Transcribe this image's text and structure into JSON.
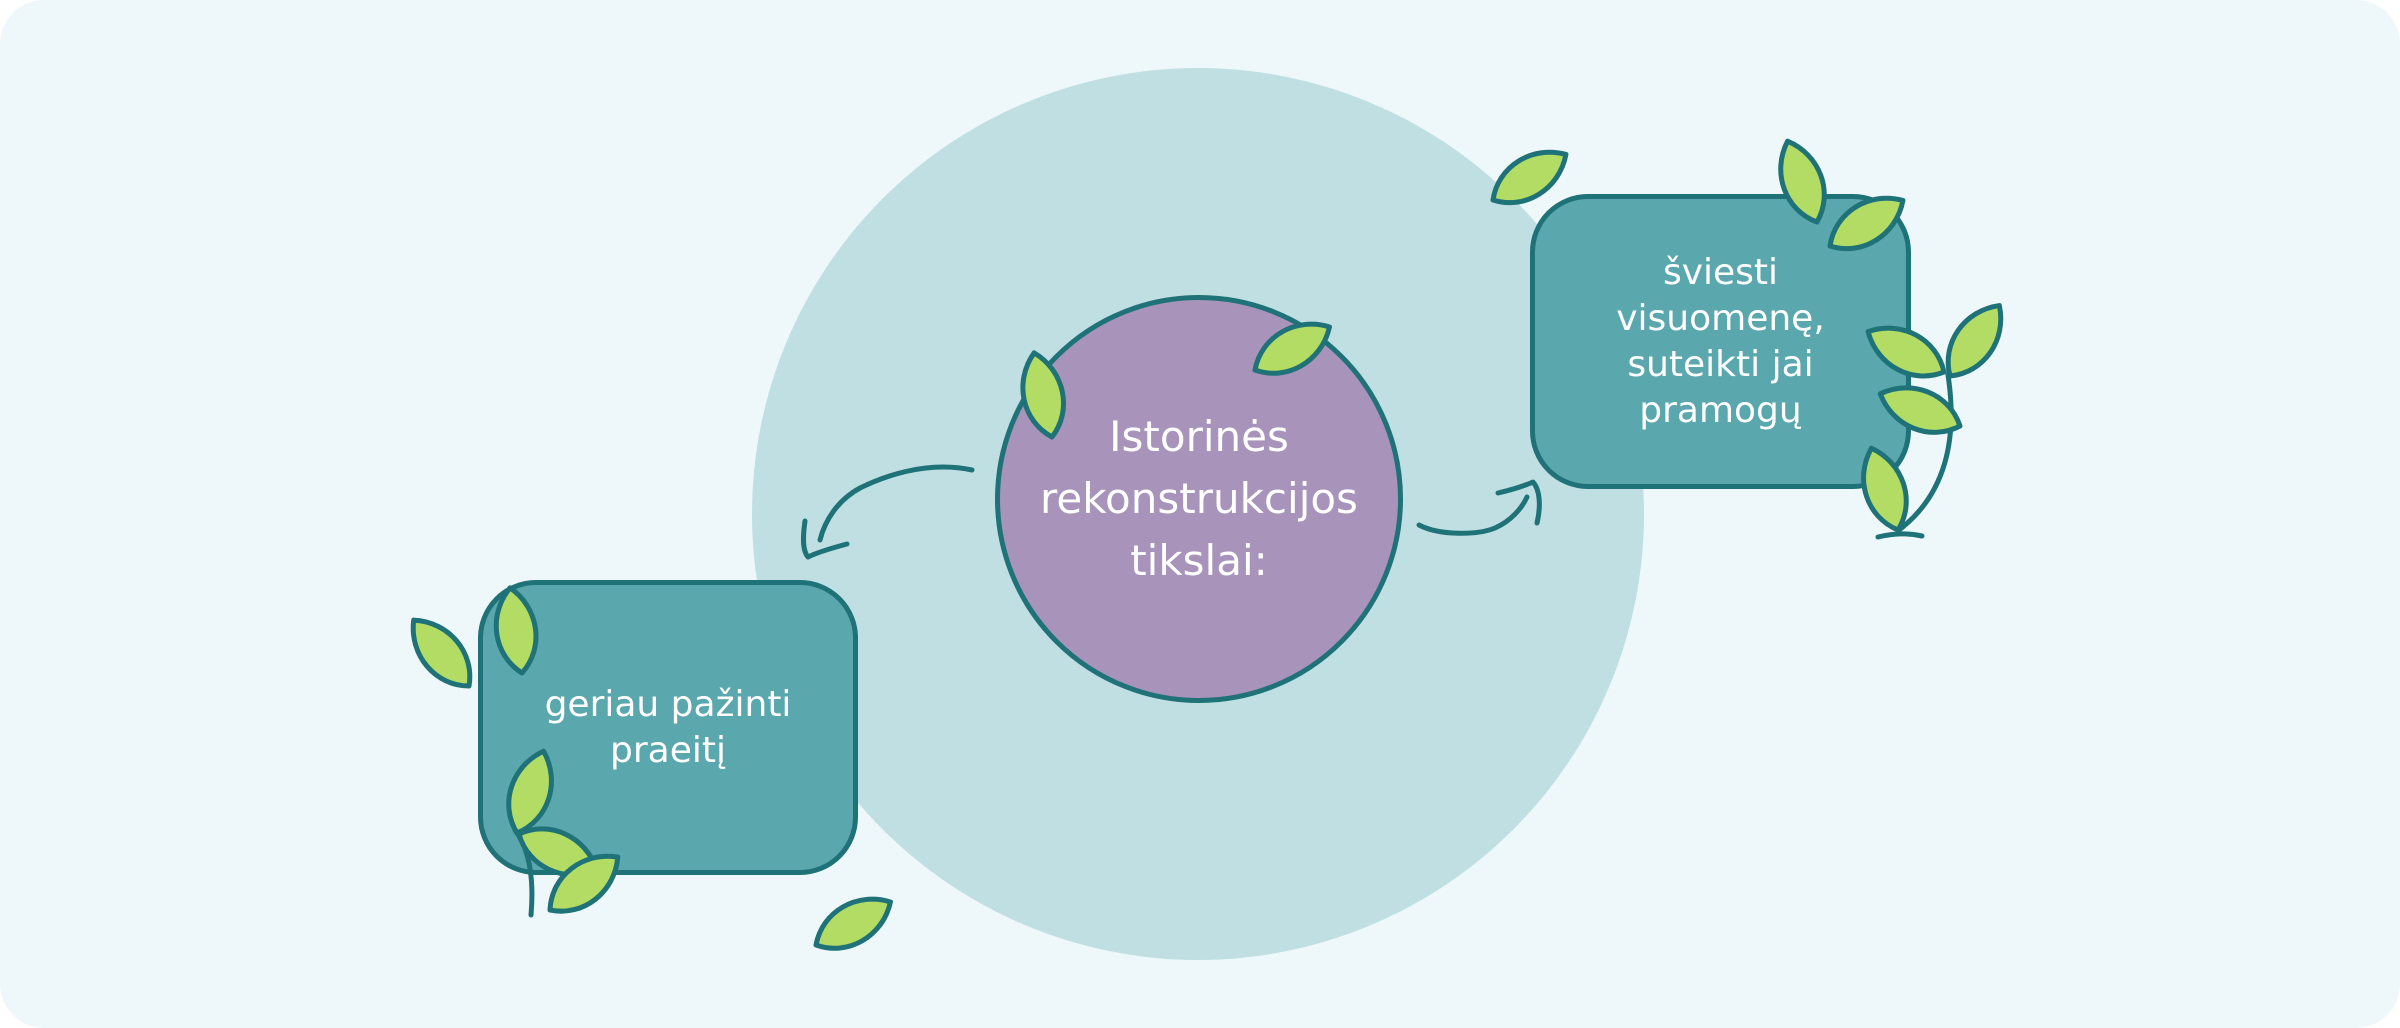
{
  "center": {
    "title": "Istorinės rekonstrukcijos tikslai:"
  },
  "goals": [
    {
      "label": "geriau pažinti praeitį"
    },
    {
      "label": "šviesti visuomenę, suteikti jai pramogų"
    }
  ],
  "colors": {
    "background": "#eef8fa",
    "backdrop_circle": "#bfdfe2",
    "center_fill": "#a893bb",
    "box_fill": "#5aa7ad",
    "outline": "#1f7278",
    "leaf": "#b2dc64"
  }
}
